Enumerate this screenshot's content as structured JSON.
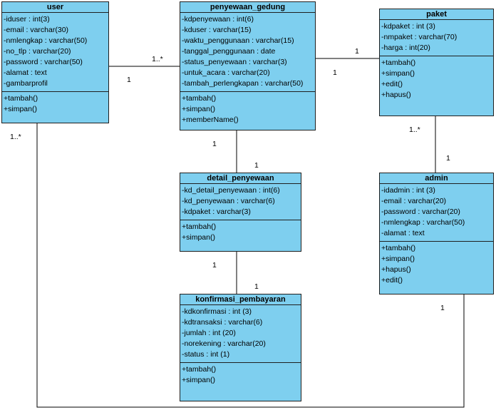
{
  "classes": {
    "user": {
      "name": "user",
      "attributes": [
        "-iduser : int(3)",
        "-email : varchar(30)",
        "-nmlengkap : varchar(50)",
        "-no_tlp : varchar(20)",
        "-password : varchar(50)",
        "-alamat : text",
        "-gambarprofil"
      ],
      "operations": [
        "+tambah()",
        "+simpan()"
      ]
    },
    "penyewaan_gedung": {
      "name": "penyewaan_gedung",
      "attributes": [
        "-kdpenyewaan : int(6)",
        "-kduser : varchar(15)",
        "-waktu_penggunaan : varchar(15)",
        "-tanggal_penggunaan : date",
        "-status_penyewaan : varchar(3)",
        "-untuk_acara : varchar(20)",
        "-tambah_perlengkapan : varchar(50)"
      ],
      "operations": [
        "+tambah()",
        "+simpan()",
        "+memberName()"
      ]
    },
    "paket": {
      "name": "paket",
      "attributes": [
        "-kdpaket : int (3)",
        "-nmpaket : varchar(70)",
        "-harga : int(20)"
      ],
      "operations": [
        "+tambah()",
        "+simpan()",
        "+edit()",
        "+hapus()"
      ]
    },
    "detail_penyewaan": {
      "name": "detail_penyewaan",
      "attributes": [
        "-kd_detail_penyewaan : int(6)",
        "-kd_penyewaan : varchar(6)",
        "-kdpaket : varchar(3)"
      ],
      "operations": [
        "+tambah()",
        "+simpan()"
      ]
    },
    "admin": {
      "name": "admin",
      "attributes": [
        "-idadmin : int (3)",
        "-email : varchar(20)",
        "-password : varchar(20)",
        "-nmlengkap : varchar(50)",
        "-alamat : text"
      ],
      "operations": [
        "+tambah()",
        "+simpan()",
        "+hapus()",
        "+edit()"
      ]
    },
    "konfirmasi_pembayaran": {
      "name": "konfirmasi_pembayaran",
      "attributes": [
        "-kdkonfirmasi : int (3)",
        "-kdtransaksi : varchar(6)",
        "-jumlah : int (20)",
        "-norekening : varchar(20)",
        "-status : int (1)"
      ],
      "operations": [
        "+tambah()",
        "+simpan()"
      ]
    }
  },
  "multiplicities": {
    "user_penyewaan_many": "1..*",
    "user_penyewaan_one": "1",
    "penyewaan_paket_left": "1",
    "penyewaan_paket_right": "1",
    "penyewaan_detail_top": "1",
    "penyewaan_detail_bottom": "1",
    "paket_admin_top": "1..*",
    "paket_admin_bottom": "1",
    "detail_konfirmasi_top": "1",
    "detail_konfirmasi_bottom": "1",
    "user_admin_user": "1..*",
    "user_admin_admin": "1"
  }
}
